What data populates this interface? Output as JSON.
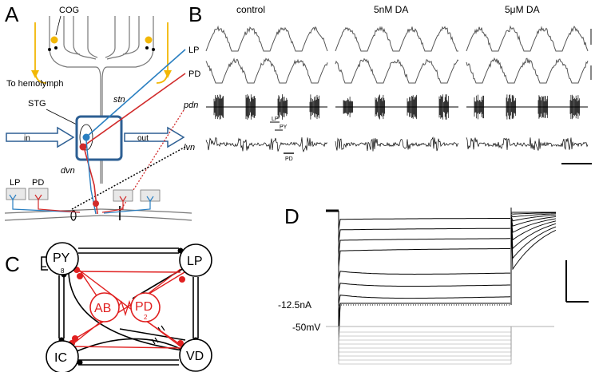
{
  "panels": {
    "A": {
      "label": "A",
      "cog": "COG",
      "hemolymph": "To hemolymph",
      "stg": "STG",
      "stn": "stn",
      "dvn": "dvn",
      "lp_right": "LP",
      "pd_right": "PD",
      "pdn_right": "pdn",
      "lvn_right": "lvn",
      "in_arrow": "in",
      "out_arrow": "out",
      "muscle_lp": "LP",
      "muscle_pd": "PD"
    },
    "B": {
      "label": "B",
      "conditions": [
        "control",
        "5nM DA",
        "5μM DA"
      ],
      "lp_marker": "LP",
      "py_marker": "PY",
      "pd_marker": "PD"
    },
    "C": {
      "label": "C",
      "py": "PY",
      "py_count": "8",
      "lp": "LP",
      "ab": "AB",
      "pd": "PD",
      "pd_count": "2",
      "ic": "IC",
      "vd": "VD"
    },
    "D": {
      "label": "D",
      "current_label": "-12.5nA",
      "voltage_label": "-50mV"
    }
  },
  "colors": {
    "lp_blue": "#2a7fc1",
    "pd_red": "#d12b2b",
    "cog_yellow": "#f2b705",
    "stg_box": "#2d5f93",
    "synapse_red": "#e02020"
  }
}
